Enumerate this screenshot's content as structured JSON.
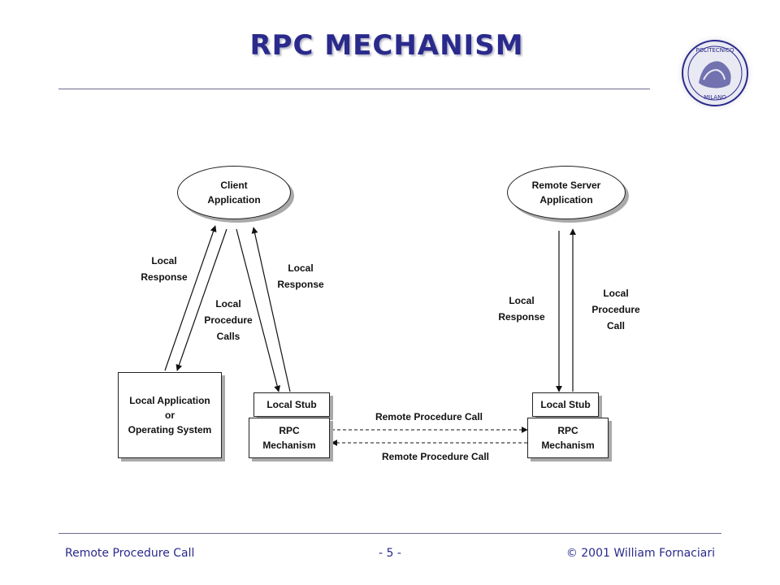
{
  "slide": {
    "title": "RPC MECHANISM"
  },
  "logo": {
    "name": "Politecnico di Milano seal",
    "top_text": "POLITECNICO",
    "bottom_text": "MILANO"
  },
  "nodes": {
    "client_app": "Client\nApplication",
    "remote_server_app": "Remote Server\nApplication",
    "local_app_os": "Local Application\nor\nOperating System",
    "local_stub_client": "Local Stub",
    "rpc_mech_client": "RPC\nMechanism",
    "local_stub_server": "Local Stub",
    "rpc_mech_server": "RPC\nMechanism"
  },
  "edge_labels": {
    "local_response_left": "Local\nResponse",
    "local_procedure_calls": "Local\nProcedure\nCalls",
    "local_response_mid": "Local\nResponse",
    "local_response_server": "Local\nResponse",
    "local_procedure_call_server": "Local\nProcedure\nCall",
    "remote_call_top": "Remote Procedure Call",
    "remote_call_bottom": "Remote Procedure Call"
  },
  "footer": {
    "left": "Remote Procedure Call",
    "center": "- 5 -",
    "right": "© 2001 William Fornaciari"
  }
}
